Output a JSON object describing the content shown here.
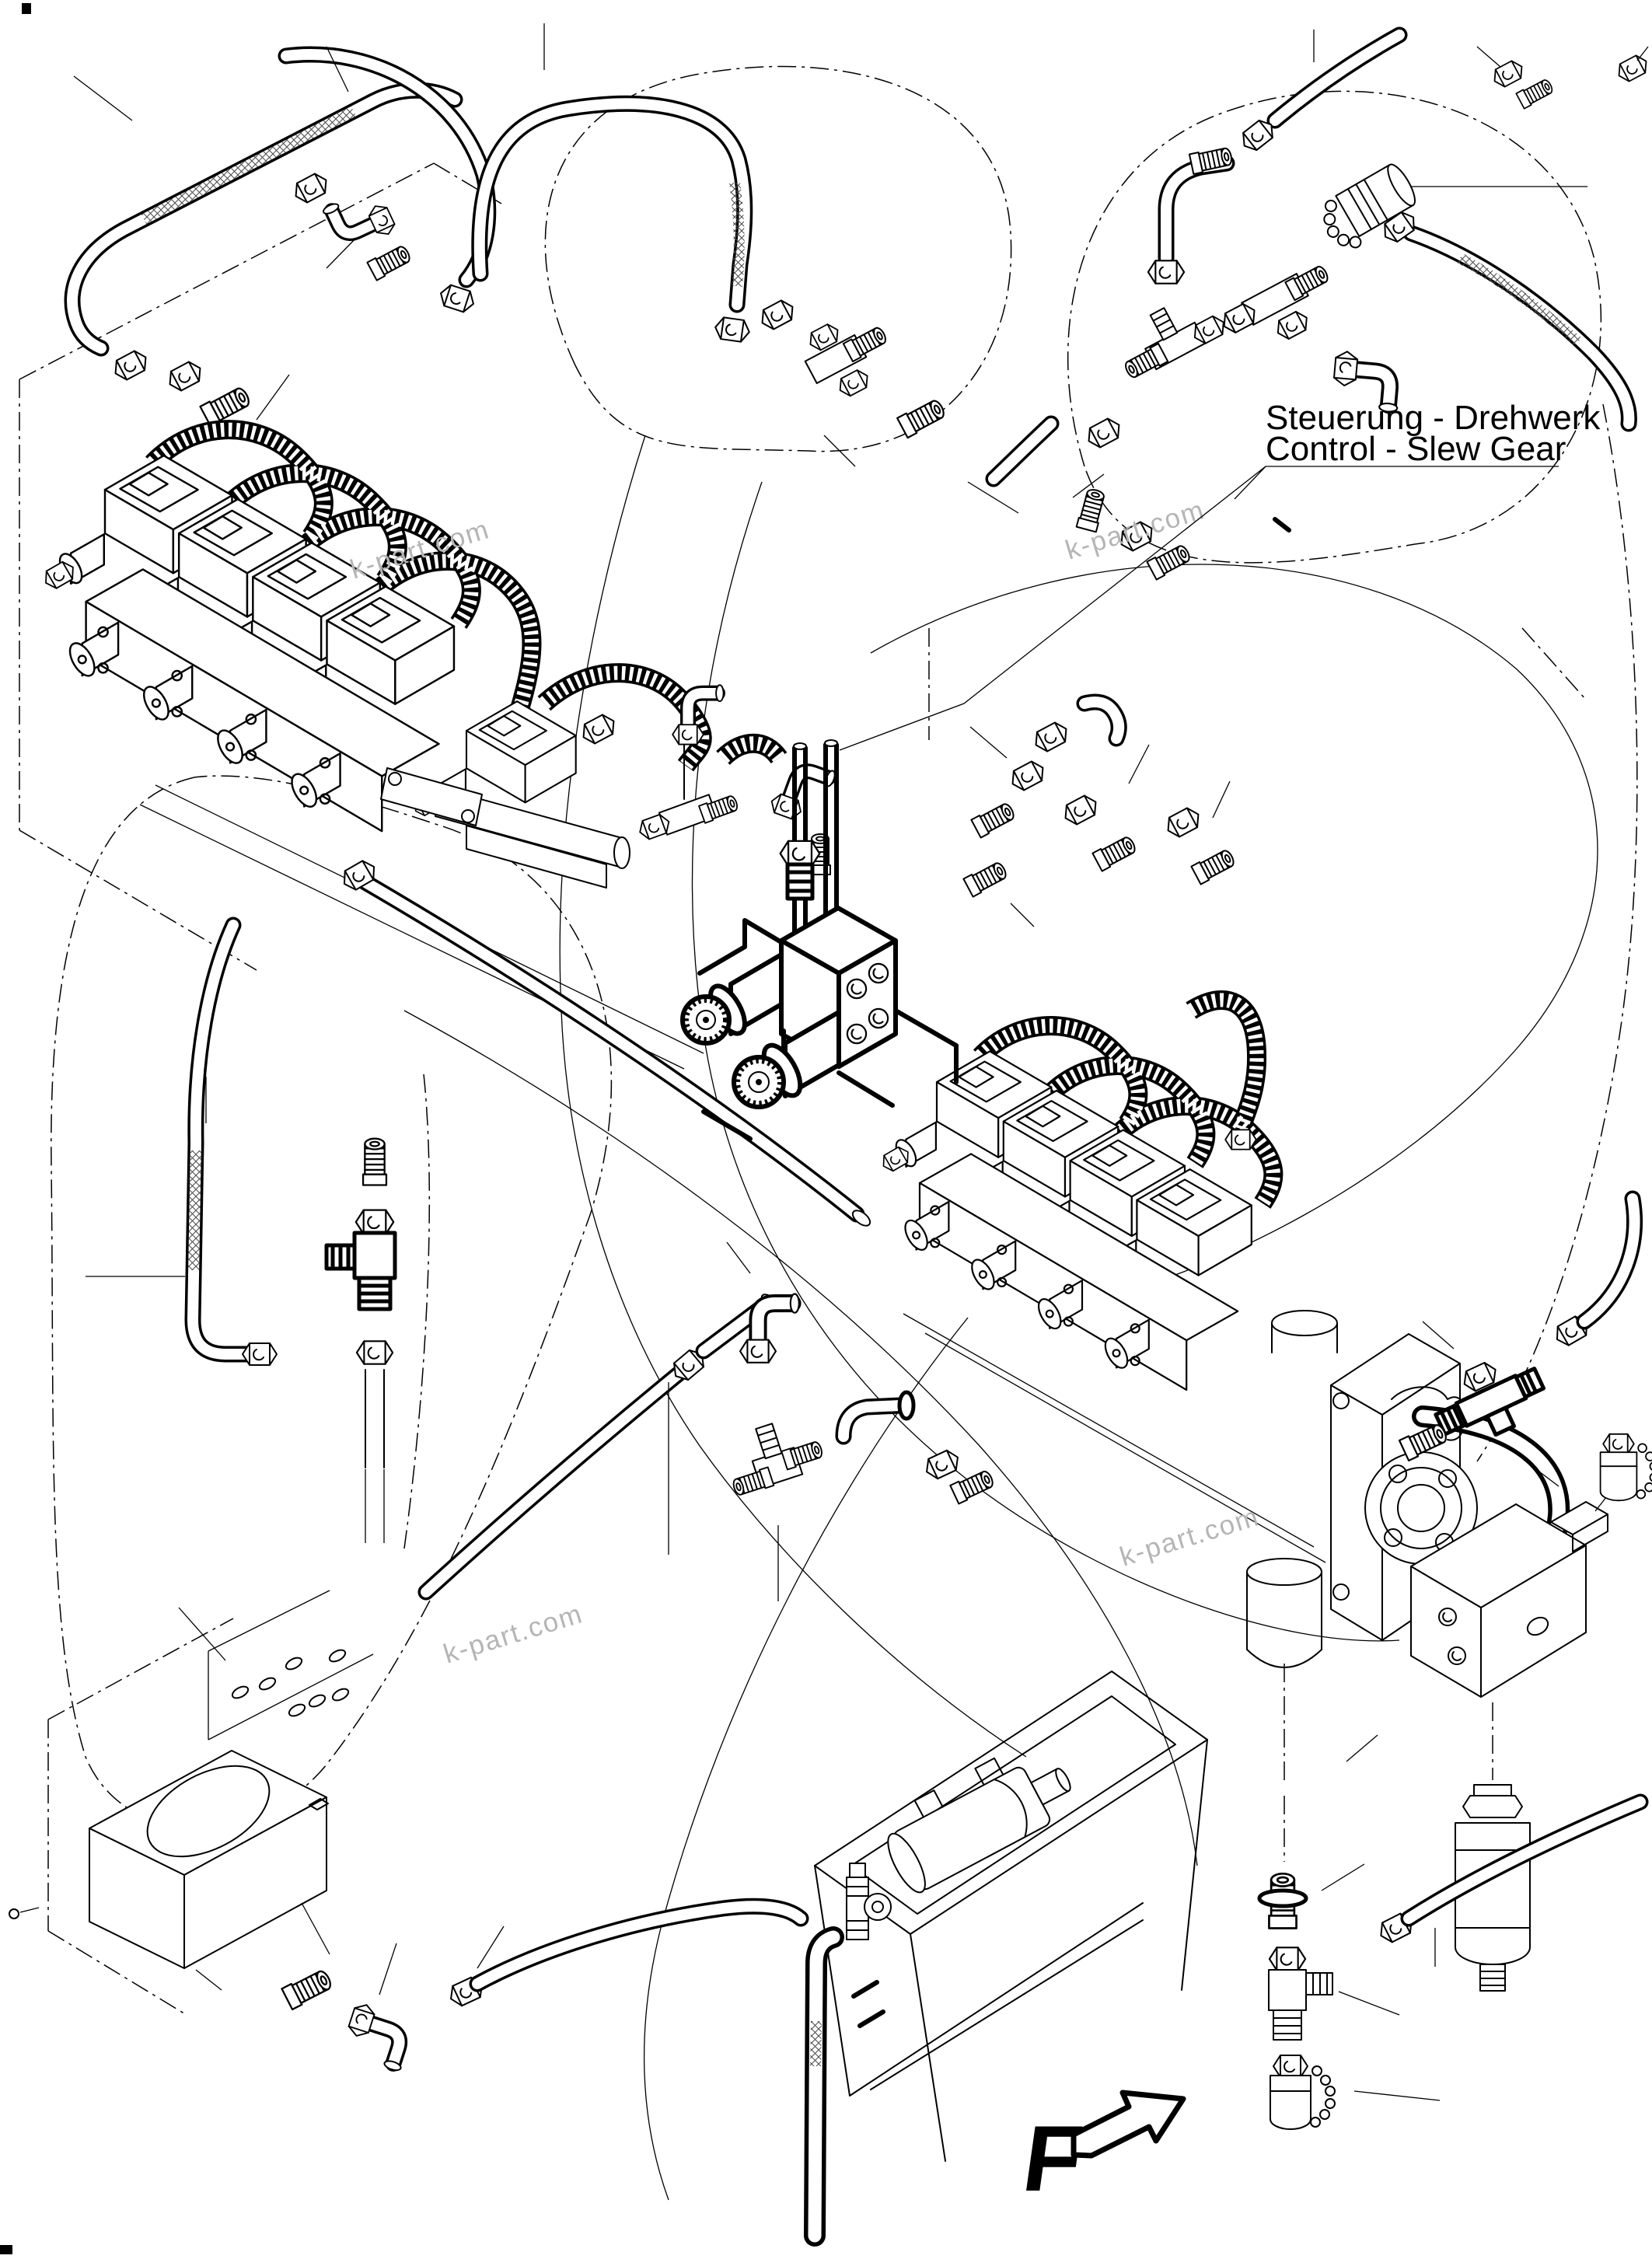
{
  "diagram": {
    "background": "#ffffff",
    "line_color": "#000000",
    "annotation": {
      "line1": "Steuerung - Drehwerk",
      "line2": "Control - Slew Gear"
    },
    "view_arrow": {
      "letter": "F"
    },
    "watermark": {
      "text": "k-part.com",
      "color": "#b5b5b5"
    }
  }
}
